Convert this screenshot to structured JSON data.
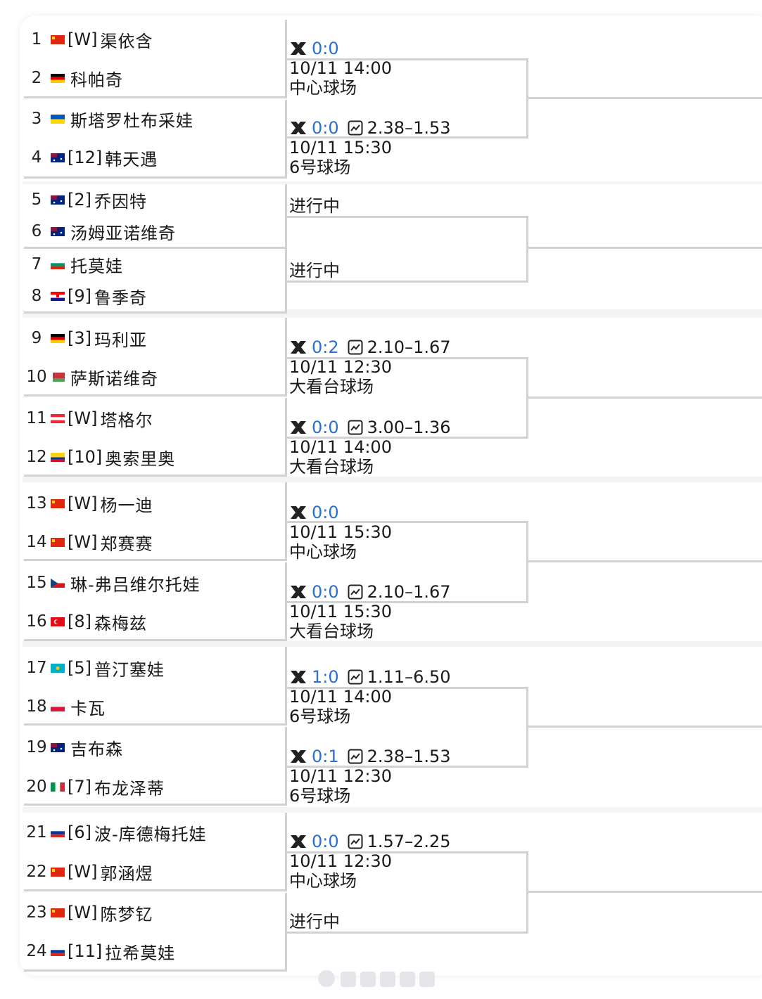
{
  "colors": {
    "score_blue": "#2a6fd1",
    "line_gray": "#d2d2d6",
    "band_gray": "#f4f4f6"
  },
  "players": [
    {
      "num": "1",
      "tag": "[W]",
      "name": "渠依含",
      "flag": "cn"
    },
    {
      "num": "2",
      "tag": "",
      "name": "科帕奇",
      "flag": "de"
    },
    {
      "num": "3",
      "tag": "",
      "name": "斯塔罗杜布采娃",
      "flag": "ua"
    },
    {
      "num": "4",
      "tag": "[12]",
      "name": "韩天遇",
      "flag": "au"
    },
    {
      "num": "5",
      "tag": "[2]",
      "name": "乔因特",
      "flag": "au"
    },
    {
      "num": "6",
      "tag": "",
      "name": "汤姆亚诺维奇",
      "flag": "au"
    },
    {
      "num": "7",
      "tag": "",
      "name": "托莫娃",
      "flag": "bg"
    },
    {
      "num": "8",
      "tag": "[9]",
      "name": "鲁季奇",
      "flag": "hr"
    },
    {
      "num": "9",
      "tag": "[3]",
      "name": "玛利亚",
      "flag": "de"
    },
    {
      "num": "10",
      "tag": "",
      "name": "萨斯诺维奇",
      "flag": "by"
    },
    {
      "num": "11",
      "tag": "[W]",
      "name": "塔格尔",
      "flag": "at"
    },
    {
      "num": "12",
      "tag": "[10]",
      "name": "奥索里奥",
      "flag": "co"
    },
    {
      "num": "13",
      "tag": "[W]",
      "name": "杨一迪",
      "flag": "cn"
    },
    {
      "num": "14",
      "tag": "[W]",
      "name": "郑赛赛",
      "flag": "cn"
    },
    {
      "num": "15",
      "tag": "",
      "name": "琳-弗吕维尔托娃",
      "flag": "cz"
    },
    {
      "num": "16",
      "tag": "[8]",
      "name": "森梅兹",
      "flag": "tr"
    },
    {
      "num": "17",
      "tag": "[5]",
      "name": "普汀塞娃",
      "flag": "kz"
    },
    {
      "num": "18",
      "tag": "",
      "name": "卡瓦",
      "flag": "pl"
    },
    {
      "num": "19",
      "tag": "",
      "name": "吉布森",
      "flag": "au"
    },
    {
      "num": "20",
      "tag": "[7]",
      "name": "布龙泽蒂",
      "flag": "it"
    },
    {
      "num": "21",
      "tag": "[6]",
      "name": "波-库德梅托娃",
      "flag": "ru"
    },
    {
      "num": "22",
      "tag": "[W]",
      "name": "郭涵煜",
      "flag": "cn"
    },
    {
      "num": "23",
      "tag": "[W]",
      "name": "陈梦钇",
      "flag": "cn"
    },
    {
      "num": "24",
      "tag": "[11]",
      "name": "拉希莫娃",
      "flag": "ru"
    }
  ],
  "matches": [
    {
      "score": "0:0",
      "odds": "",
      "time": "10/11 14:00",
      "court": "中心球场"
    },
    {
      "score": "0:0",
      "odds": "2.38–1.53",
      "time": "10/11 15:30",
      "court": "6号球场"
    },
    {
      "status": "进行中"
    },
    {
      "status": "进行中"
    },
    {
      "score": "0:2",
      "odds": "2.10–1.67",
      "time": "10/11 12:30",
      "court": "大看台球场"
    },
    {
      "score": "0:0",
      "odds": "3.00–1.36",
      "time": "10/11 14:00",
      "court": "大看台球场"
    },
    {
      "score": "0:0",
      "odds": "",
      "time": "10/11 15:30",
      "court": "中心球场"
    },
    {
      "score": "0:0",
      "odds": "2.10–1.67",
      "time": "10/11 15:30",
      "court": "大看台球场"
    },
    {
      "score": "1:0",
      "odds": "1.11–6.50",
      "time": "10/11 14:00",
      "court": "6号球场"
    },
    {
      "score": "0:1",
      "odds": "2.38–1.53",
      "time": "10/11 12:30",
      "court": "6号球场"
    },
    {
      "score": "0:0",
      "odds": "1.57–2.25",
      "time": "10/11 12:30",
      "court": "中心球场"
    },
    {
      "status": "进行中"
    }
  ]
}
